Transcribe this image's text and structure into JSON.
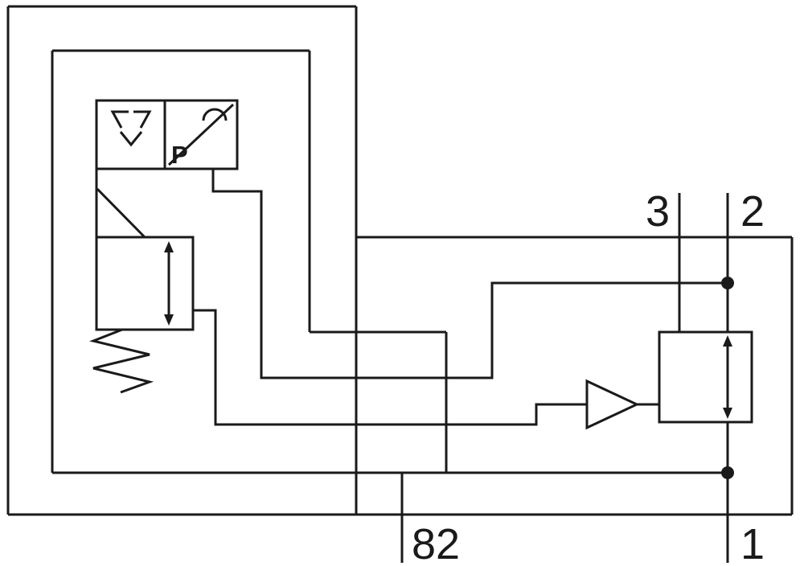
{
  "colors": {
    "line": "#1a1a1a",
    "background": "#ffffff"
  },
  "labels": {
    "port3": "3",
    "port2": "2",
    "port1": "1",
    "port82": "82",
    "sensor": "P"
  },
  "components": {
    "outer_enclosure": "device-boundary",
    "inner_enclosure": "pilot-stage-boundary",
    "setpoint_box": "setpoint-comparator-icon",
    "pressure_sensor_box": "pressure-sensor-icon",
    "solenoid": "proportional-solenoid-icon",
    "pilot_valve": "pilot-valve-icon",
    "spring": "return-spring-icon",
    "amplifier": "flow-amplifier-icon",
    "main_valve": "main-stage-valve-icon",
    "junctions": "line-junction-dots"
  }
}
